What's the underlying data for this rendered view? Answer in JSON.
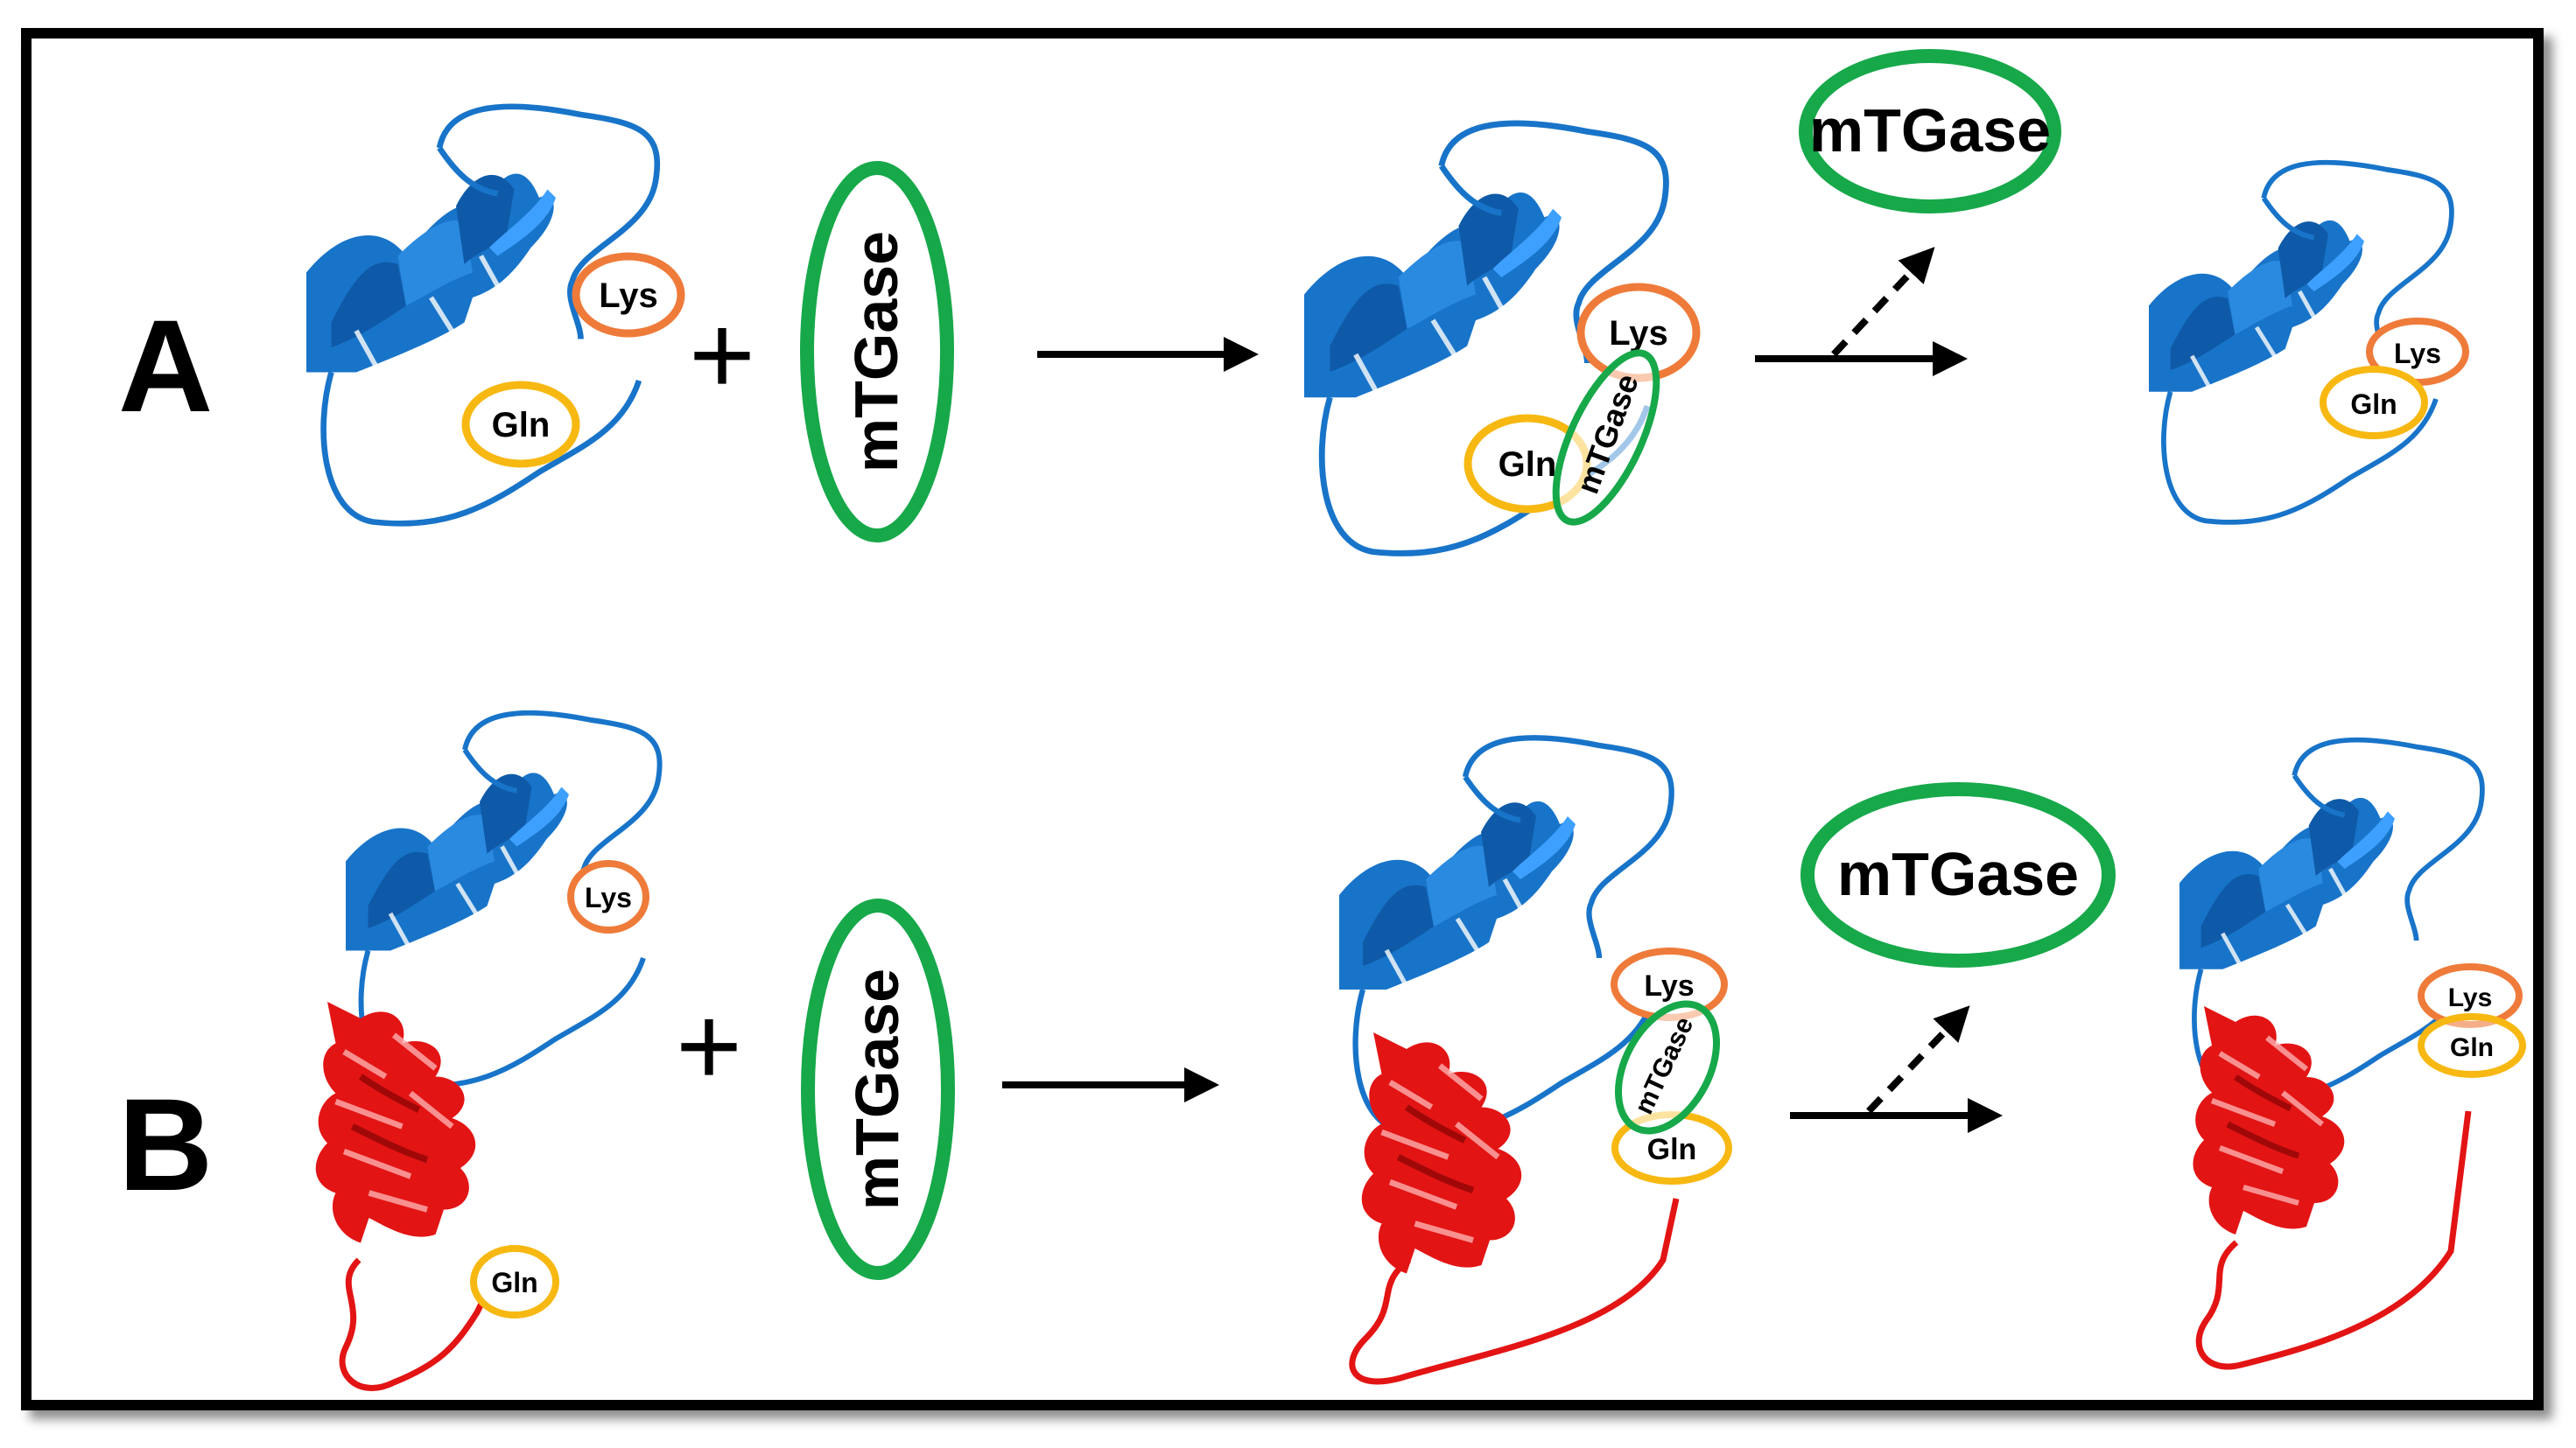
{
  "panels": {
    "a": {
      "label": "A"
    },
    "b": {
      "label": "B"
    }
  },
  "operators": {
    "plus": "+"
  },
  "enzyme": {
    "label": "mTGase"
  },
  "residues": {
    "lys": "Lys",
    "gln": "Gln"
  },
  "colors": {
    "protein_blue": "#1874c9",
    "protein_red": "#e31414",
    "enzyme_ring": "#17a84a",
    "lys_ring": "#ef7b3a",
    "gln_ring": "#f7b812",
    "arrow": "#000000",
    "frame": "#000000"
  }
}
